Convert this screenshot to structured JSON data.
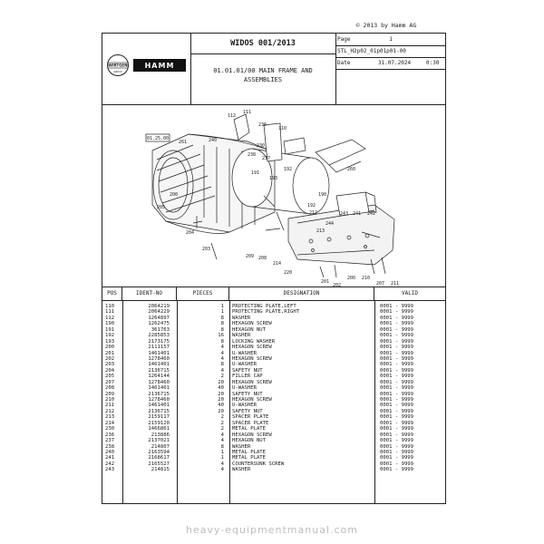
{
  "copyright": "© 2013 by Hamm AG",
  "logos": {
    "wirtgen": "WIRTGEN GROUP",
    "hamm": "HAMM"
  },
  "header": {
    "model": "WIDOS 001/2013",
    "section": "01.01.01/00 MAIN FRAME AND ASSEMBLIES",
    "page_label": "Page",
    "page_value": "1",
    "doc_code": "STL_H2p02_01p01p01-00",
    "date_label": "Date",
    "date_value": "31.07.2024",
    "time_value": "0:30"
  },
  "diagram": {
    "reference_box": "01.25.00",
    "callouts": [
      "112",
      "111",
      "236",
      "240",
      "237",
      "110",
      "261",
      "238",
      "230",
      "192",
      "191",
      "193",
      "200",
      "205",
      "190",
      "260",
      "192",
      "212",
      "244",
      "243",
      "241",
      "242",
      "213",
      "204",
      "203",
      "209",
      "208",
      "214",
      "201",
      "202",
      "200",
      "210",
      "207",
      "211",
      "220"
    ]
  },
  "parts_table": {
    "headers": [
      "POS",
      "IDENT-NO",
      "PIECES",
      "DESIGNATION",
      "VALID"
    ],
    "rows": [
      {
        "pos": "110",
        "ident": "2064219",
        "pieces": "1",
        "designation": "PROTECTING PLATE,LEFT",
        "valid": "0001 - 9999"
      },
      {
        "pos": "111",
        "ident": "2064229",
        "pieces": "1",
        "designation": "PROTECTING PLATE,RIGHT",
        "valid": "0001 - 9999"
      },
      {
        "pos": "112",
        "ident": "1264897",
        "pieces": "8",
        "designation": "WASHER",
        "valid": "0001 - 9999"
      },
      {
        "pos": "190",
        "ident": "1262475",
        "pieces": "8",
        "designation": "HEXAGON SCREW",
        "valid": "0001 - 9999"
      },
      {
        "pos": "191",
        "ident": "361763",
        "pieces": "8",
        "designation": "HEXAGON NUT",
        "valid": "0001 - 9999"
      },
      {
        "pos": "192",
        "ident": "2285853",
        "pieces": "16",
        "designation": "WASHER",
        "valid": "0001 - 9999"
      },
      {
        "pos": "193",
        "ident": "2173175",
        "pieces": "8",
        "designation": "LOCKING WASHER",
        "valid": "0001 - 9999"
      },
      {
        "pos": "200",
        "ident": "2111157",
        "pieces": "4",
        "designation": "HEXAGON SCREW",
        "valid": "0001 - 9999"
      },
      {
        "pos": "201",
        "ident": "1461401",
        "pieces": "4",
        "designation": "U-WASHER",
        "valid": "0001 - 9999"
      },
      {
        "pos": "202",
        "ident": "1278460",
        "pieces": "4",
        "designation": "HEXAGON SCREW",
        "valid": "0001 - 9999"
      },
      {
        "pos": "203",
        "ident": "1461401",
        "pieces": "8",
        "designation": "U-WASHER",
        "valid": "0001 - 9999"
      },
      {
        "pos": "204",
        "ident": "2136715",
        "pieces": "4",
        "designation": "SAFETY NUT",
        "valid": "0001 - 9999"
      },
      {
        "pos": "205",
        "ident": "1264144",
        "pieces": "2",
        "designation": "FILLER CAP",
        "valid": "0001 - 9999"
      },
      {
        "pos": "207",
        "ident": "1278460",
        "pieces": "20",
        "designation": "HEXAGON SCREW",
        "valid": "0001 - 9999"
      },
      {
        "pos": "208",
        "ident": "1461401",
        "pieces": "40",
        "designation": "U-WASHER",
        "valid": "0001 - 9999"
      },
      {
        "pos": "209",
        "ident": "2136715",
        "pieces": "20",
        "designation": "SAFETY NUT",
        "valid": "0001 - 9999"
      },
      {
        "pos": "210",
        "ident": "1278460",
        "pieces": "20",
        "designation": "HEXAGON SCREW",
        "valid": "0001 - 9999"
      },
      {
        "pos": "211",
        "ident": "1461401",
        "pieces": "40",
        "designation": "U-WASHER",
        "valid": "0001 - 9999"
      },
      {
        "pos": "212",
        "ident": "2136715",
        "pieces": "20",
        "designation": "SAFETY NUT",
        "valid": "0001 - 9999"
      },
      {
        "pos": "213",
        "ident": "2159117",
        "pieces": "2",
        "designation": "SPACER PLATE",
        "valid": "0001 - 9999"
      },
      {
        "pos": "214",
        "ident": "2159120",
        "pieces": "2",
        "designation": "SPACER PLATE",
        "valid": "0001 - 9999"
      },
      {
        "pos": "230",
        "ident": "1466861",
        "pieces": "2",
        "designation": "METAL PLATE",
        "valid": "0001 - 9999"
      },
      {
        "pos": "236",
        "ident": "213886",
        "pieces": "4",
        "designation": "HEXAGON SCREW",
        "valid": "0001 - 9999"
      },
      {
        "pos": "237",
        "ident": "2137021",
        "pieces": "4",
        "designation": "HEXAGON NUT",
        "valid": "0001 - 9999"
      },
      {
        "pos": "238",
        "ident": "214807",
        "pieces": "8",
        "designation": "WASHER",
        "valid": "0001 - 9999"
      },
      {
        "pos": "240",
        "ident": "2163594",
        "pieces": "1",
        "designation": "METAL PLATE",
        "valid": "0001 - 9999"
      },
      {
        "pos": "241",
        "ident": "2168617",
        "pieces": "1",
        "designation": "METAL PLATE",
        "valid": "0001 - 9999"
      },
      {
        "pos": "242",
        "ident": "2165527",
        "pieces": "4",
        "designation": "COUNTERSUNK SCREW",
        "valid": "0001 - 9999"
      },
      {
        "pos": "243",
        "ident": "214815",
        "pieces": "4",
        "designation": "WASHER",
        "valid": "0001 - 9999"
      }
    ]
  },
  "footer": "heavy-equipmentmanual.com"
}
